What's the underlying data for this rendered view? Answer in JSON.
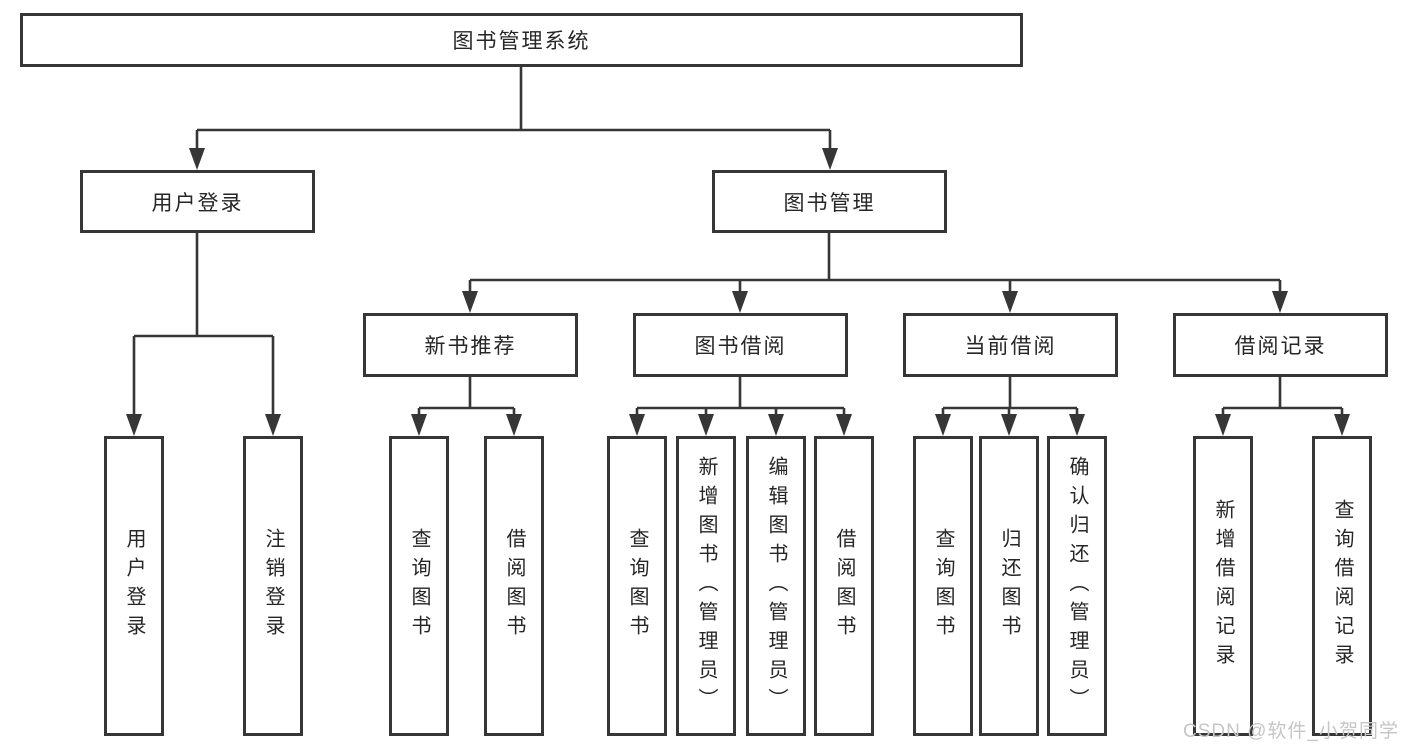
{
  "diagram": {
    "root": "图书管理系统",
    "level2": [
      "用户登录",
      "图书管理"
    ],
    "level3": [
      "新书推荐",
      "图书借阅",
      "当前借阅",
      "借阅记录"
    ],
    "leaves": {
      "login": [
        "用户登录",
        "注销登录"
      ],
      "newbook": [
        "查询图书",
        "借阅图书"
      ],
      "borrow": [
        "查询图书",
        "新增图书（管理员）",
        "编辑图书（管理员）",
        "借阅图书"
      ],
      "current": [
        "查询图书",
        "归还图书",
        "确认归还（管理员）"
      ],
      "records": [
        "新增借阅记录",
        "查询借阅记录"
      ]
    }
  },
  "watermark": "CSDN @软件_小贺同学",
  "colors": {
    "line": "#363636",
    "text": "#262626",
    "watermark": "#c6c6c6",
    "background": "#ffffff"
  }
}
